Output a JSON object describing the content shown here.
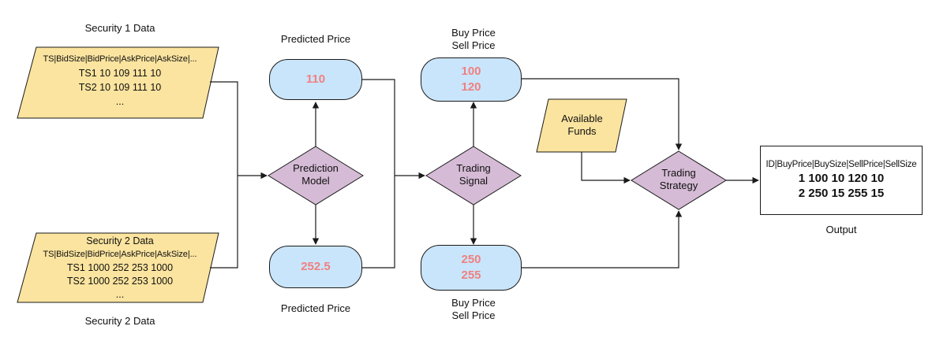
{
  "security1": {
    "title": "Security 1 Data",
    "header": "TS|BidSize|BidPrice|AskPrice|AskSize|...",
    "rows": [
      "TS1 10 109 111 10",
      "TS2 10 109 111 10",
      "..."
    ]
  },
  "security2": {
    "inner_title": "Security 2 Data",
    "header": "TS|BidSize|BidPrice|AskPrice|AskSize|...",
    "rows": [
      "TS1 1000 252 253 1000",
      "TS2 1000 252 253 1000",
      "..."
    ],
    "caption": "Security 2 Data"
  },
  "prediction_model": {
    "line1": "Prediction",
    "line2": "Model"
  },
  "predicted_top": {
    "label": "Predicted Price",
    "value": "110"
  },
  "predicted_bottom": {
    "label": "Predicted Price",
    "value": "252.5"
  },
  "trading_signal": {
    "line1": "Trading",
    "line2": "Signal"
  },
  "signal_top": {
    "label_line1": "Buy Price",
    "label_line2": "Sell Price",
    "buy": "100",
    "sell": "120"
  },
  "signal_bottom": {
    "label_line1": "Buy Price",
    "label_line2": "Sell Price",
    "buy": "250",
    "sell": "255"
  },
  "funds": {
    "line1": "Available",
    "line2": "Funds"
  },
  "trading_strategy": {
    "line1": "Trading",
    "line2": "Strategy"
  },
  "output": {
    "header": "ID|BuyPrice|BuySize|SellPrice|SellSize",
    "rows": [
      "1 100 10 120 10",
      "2 250 15 255 15"
    ],
    "caption": "Output"
  },
  "colors": {
    "parallelogram": "#fbe49f",
    "pill": "#c9e5fb",
    "diamond": "#d5bbd5",
    "pill_text": "#f08080",
    "stroke": "#1a1a1a"
  }
}
